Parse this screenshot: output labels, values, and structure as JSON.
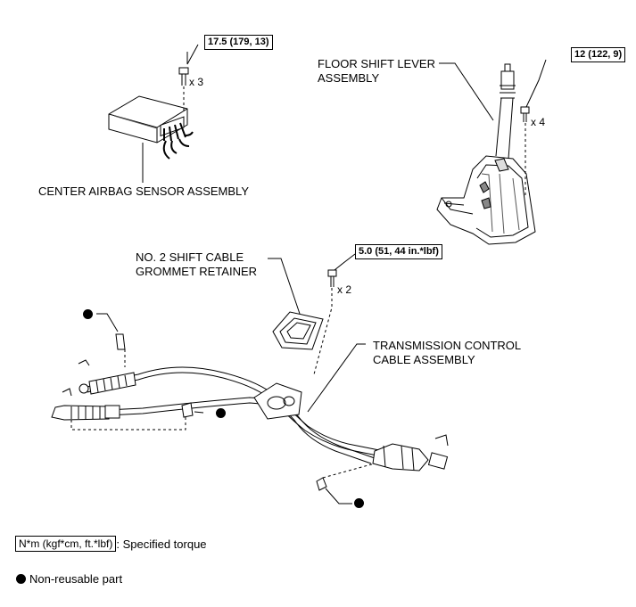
{
  "torques": {
    "airbag": "17.5 (179, 13)",
    "lever": "12 (122, 9)",
    "grommet": "5.0 (51, 44 in.*lbf)"
  },
  "quantities": {
    "airbag": "x 3",
    "lever": "x 4",
    "grommet": "x 2"
  },
  "parts": {
    "floor_shift_lever": "FLOOR SHIFT LEVER\nASSEMBLY",
    "center_airbag_sensor": "CENTER AIRBAG SENSOR ASSEMBLY",
    "grommet_retainer": "NO. 2 SHIFT CABLE\nGROMMET RETAINER",
    "transmission_cable": "TRANSMISSION CONTROL\nCABLE ASSEMBLY"
  },
  "legend": {
    "torque_box": "N*m (kgf*cm, ft.*lbf)",
    "torque_text": ": Specified torque",
    "nonreusable_text": "Non-reusable part"
  }
}
